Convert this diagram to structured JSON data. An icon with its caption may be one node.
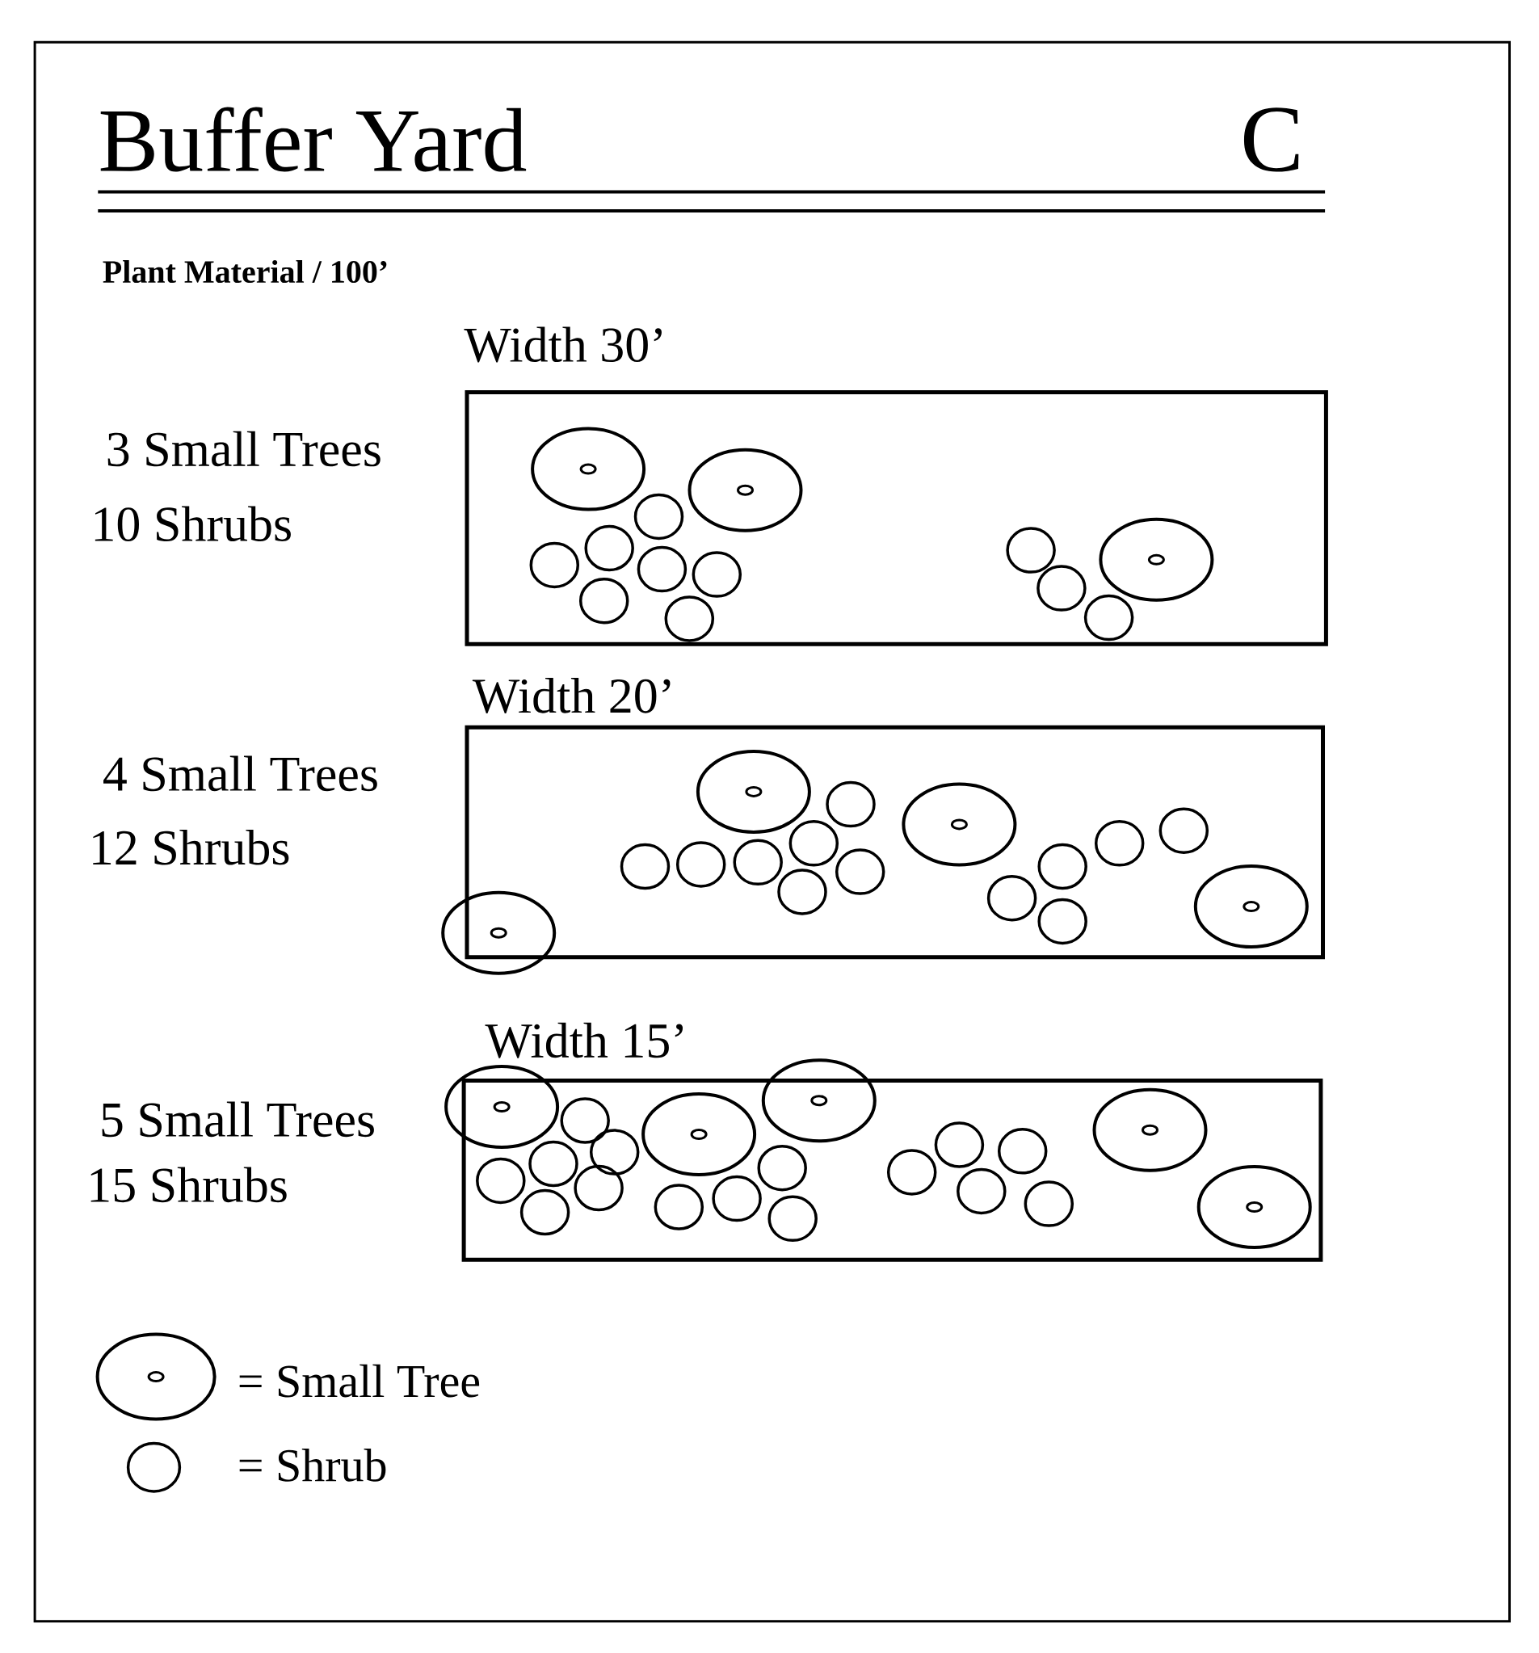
{
  "diagram": {
    "title": "Buffer Yard",
    "labels": [
      "C",
      "Plant Material / 100’",
      "Width 30’",
      "3 Small Trees",
      "10 Shrubs",
      "Width 20’",
      "4 Small Trees",
      "12 Shrubs",
      "Width 15’",
      "5 Small Trees",
      "15 Shrubs"
    ],
    "legend": [
      {
        "text": "= Small Tree"
      },
      {
        "text": "= Shrub"
      }
    ]
  }
}
